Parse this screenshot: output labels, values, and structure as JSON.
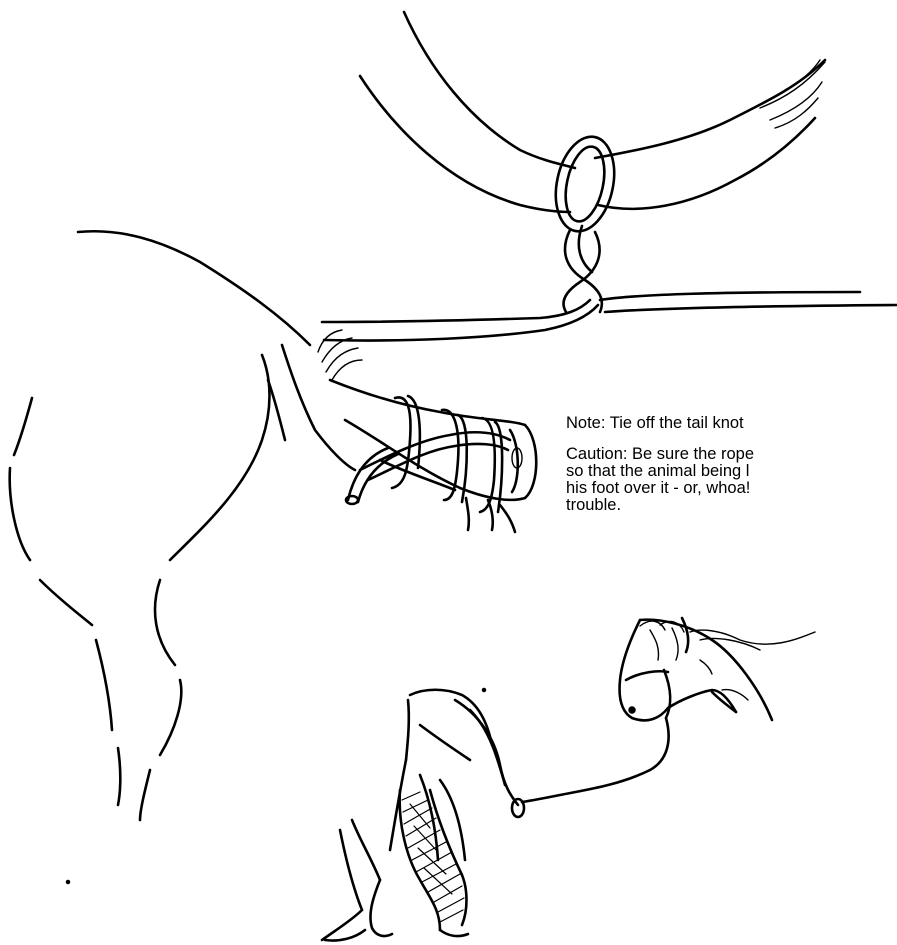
{
  "notes": {
    "note_text": "Note: Tie off the tail knot",
    "caution_lines": [
      "Caution: Be sure the rope",
      "so that the animal being l",
      "his foot over it - or, whoa!",
      "trouble."
    ]
  },
  "illustrations": {
    "knot_detail": "tail-knot-detail",
    "tail_tie": "tail-tie-on-horse",
    "horse_tied": "horse-tied-to-tail"
  }
}
